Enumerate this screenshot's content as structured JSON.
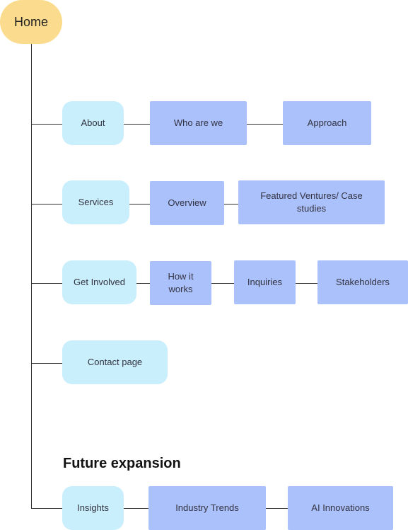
{
  "root": {
    "label": "Home"
  },
  "sections": {
    "about": {
      "label": "About",
      "children": [
        "Who are we",
        "Approach"
      ]
    },
    "services": {
      "label": "Services",
      "children": [
        "Overview",
        "Featured Ventures/ Case studies"
      ]
    },
    "get_involved": {
      "label": "Get Involved",
      "children": [
        "How it works",
        "Inquiries",
        "Stakeholders"
      ]
    },
    "contact": {
      "label": "Contact page"
    }
  },
  "future": {
    "heading": "Future expansion",
    "insights": {
      "label": "Insights",
      "children": [
        "Industry Trends",
        "AI Innovations"
      ]
    }
  },
  "colors": {
    "root": "#fbdc8e",
    "page": "#c9eefc",
    "subpage": "#abc1fb",
    "connector": "#2f2f2f"
  }
}
